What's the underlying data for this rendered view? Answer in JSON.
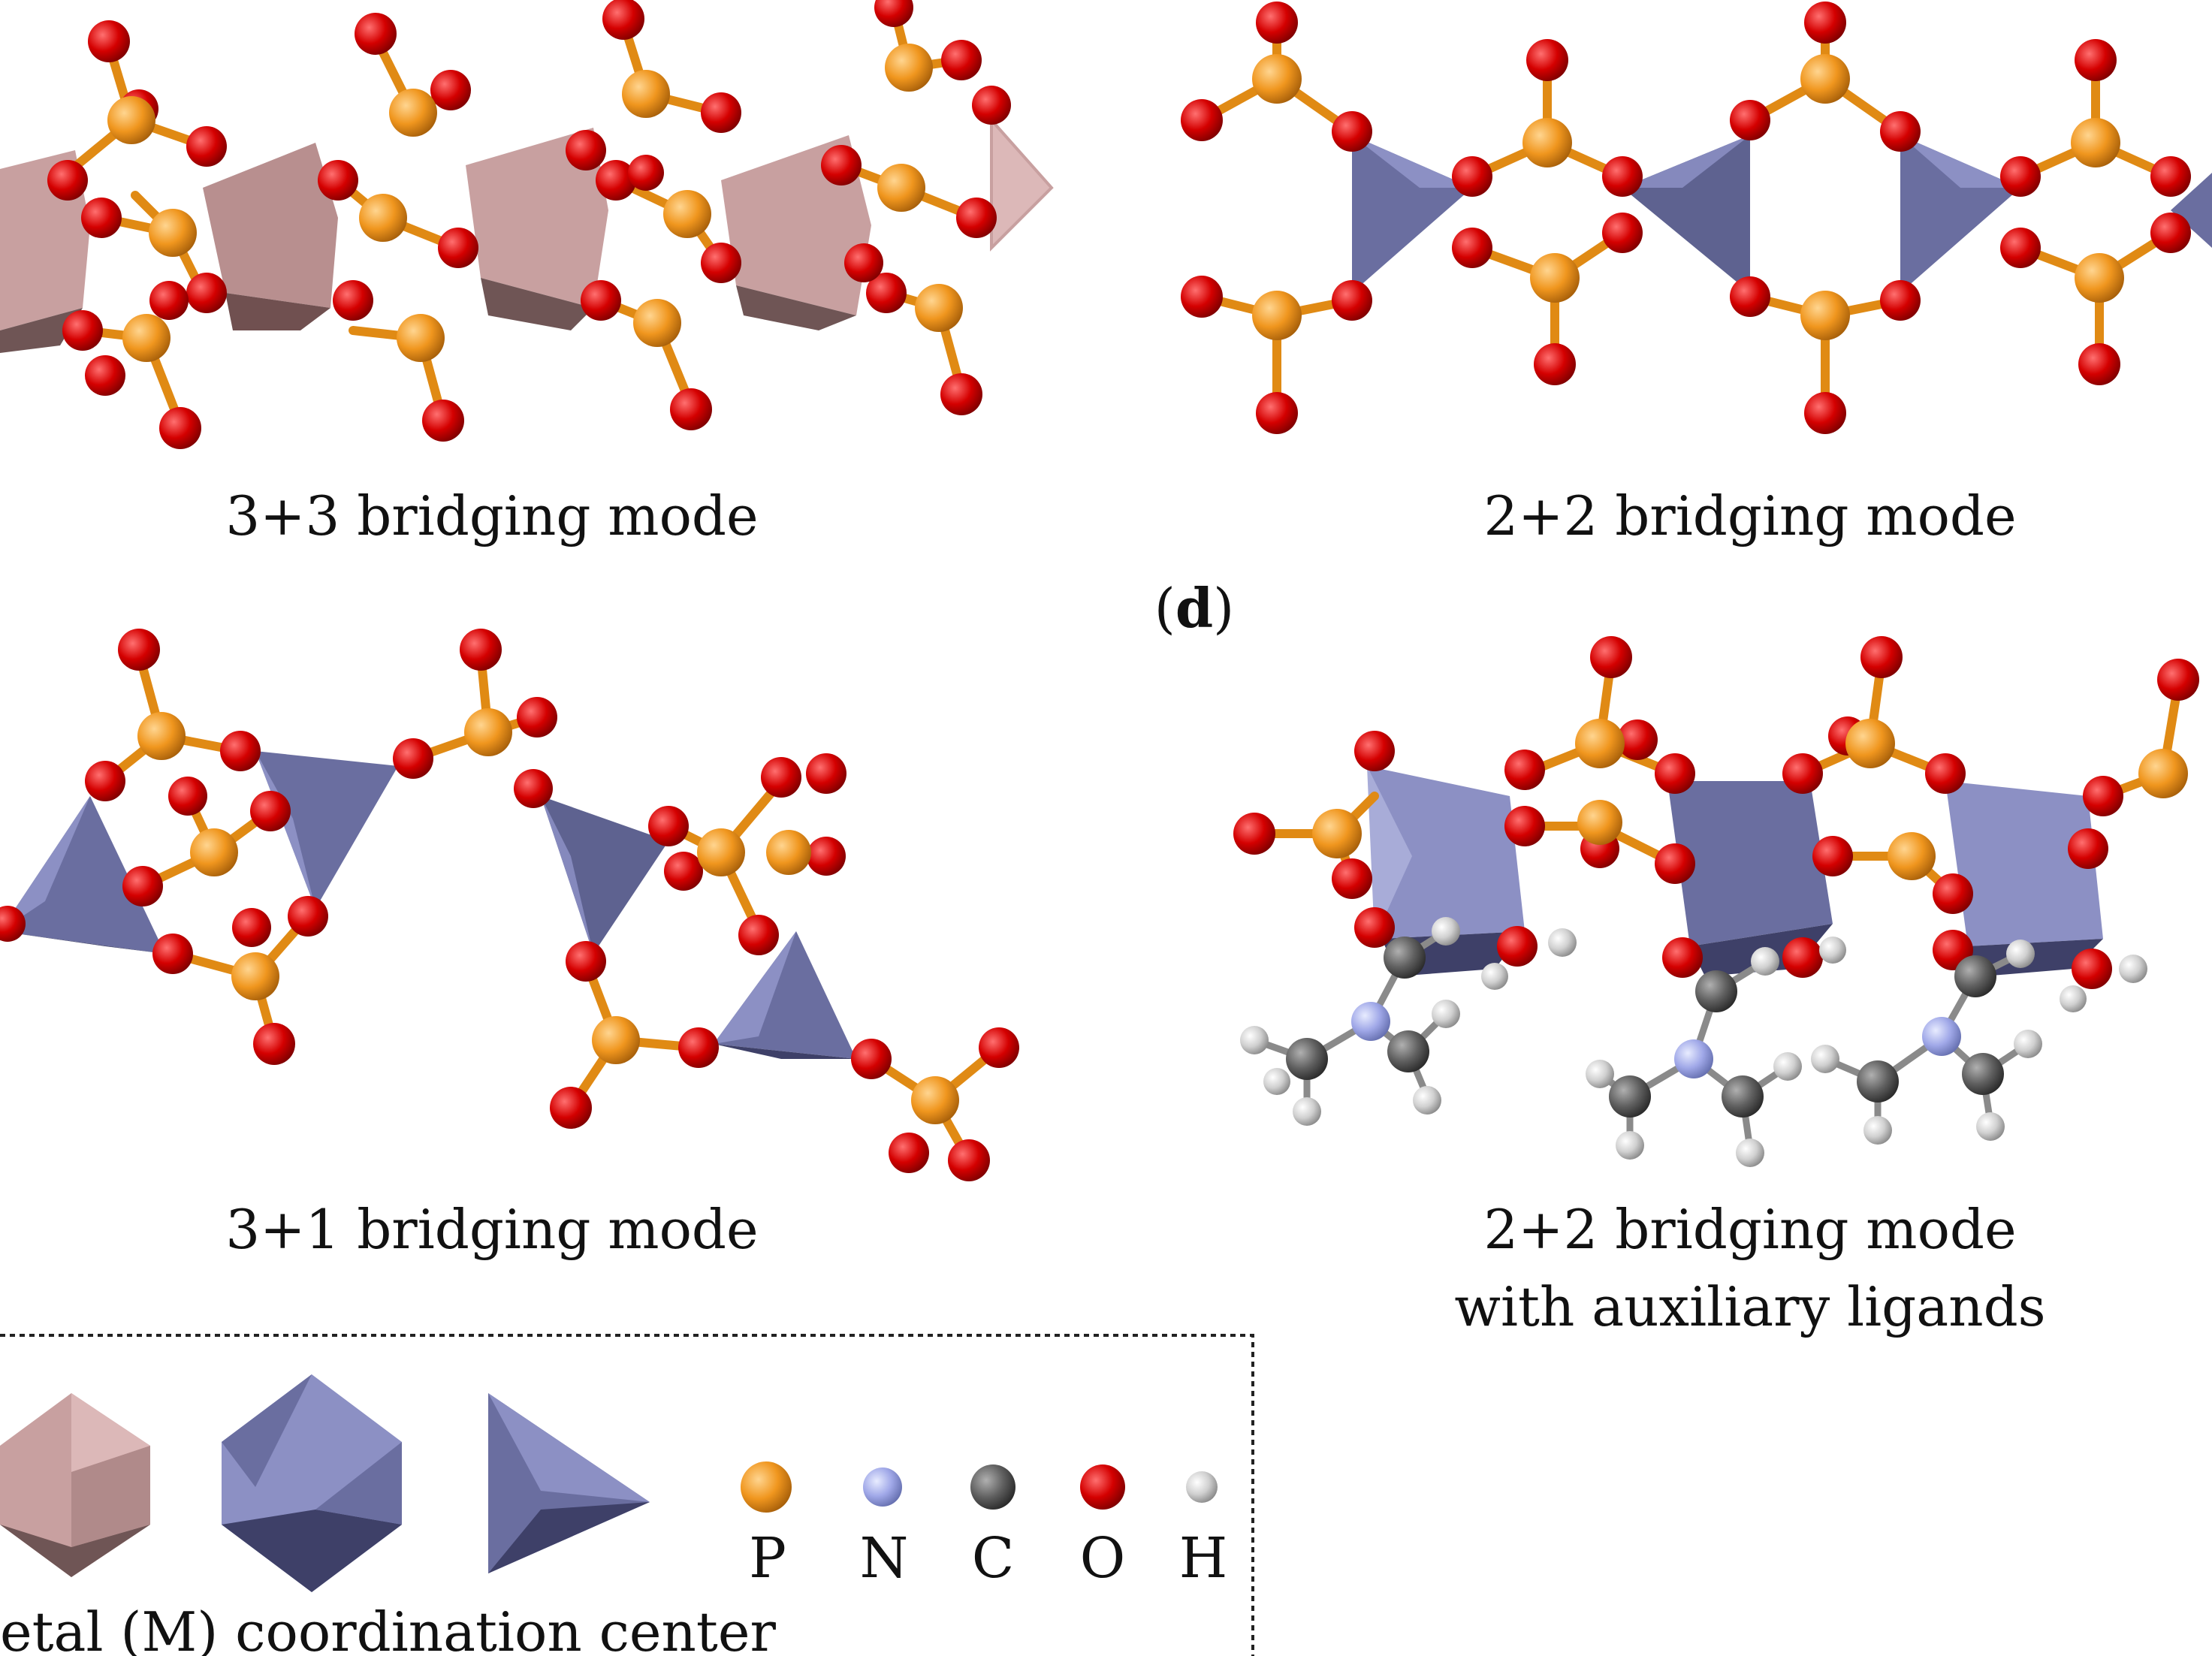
{
  "captions": {
    "a": "3+3 bridging mode",
    "b": "2+2 bridging mode",
    "c": "3+1 bridging mode",
    "d_line1": "2+2 bridging mode",
    "d_line2": "with auxiliary ligands"
  },
  "panel_labels": {
    "d": "d"
  },
  "legend": {
    "polyhedra_caption": "etal (M) coordination center",
    "atoms": [
      {
        "symbol": "P",
        "color": "#f0961e"
      },
      {
        "symbol": "N",
        "color": "#a0a8e8"
      },
      {
        "symbol": "C",
        "color": "#606060"
      },
      {
        "symbol": "O",
        "color": "#d40000"
      },
      {
        "symbol": "H",
        "color": "#d0d0d0"
      }
    ]
  },
  "colors": {
    "phosphorus": "#f0961e",
    "oxygen": "#d40000",
    "nitrogen": "#a0a8e8",
    "carbon": "#606060",
    "hydrogen": "#d0d0d0",
    "octahedron_pink": "#c8a0a0",
    "polyhedron_blue": "#6a6ea0"
  }
}
